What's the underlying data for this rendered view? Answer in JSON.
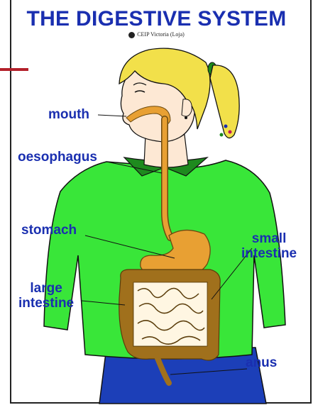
{
  "title": "THE DIGESTIVE SYSTEM",
  "credit": "CEIP Victoria (Loja)",
  "labels": {
    "mouth": "mouth",
    "oesophagus": "oesophagus",
    "stomach": "stomach",
    "small_intestine": "small\nintestine",
    "large_intestine": "large\nintestine",
    "anus": "anus"
  },
  "colors": {
    "title": "#1a2fb0",
    "shirt": "#39e639",
    "hair": "#f2e04a",
    "organs": "#e8a033",
    "large_intestine": "#a0701c",
    "pants": "#1c3fb8",
    "skin": "#fde8d4"
  }
}
